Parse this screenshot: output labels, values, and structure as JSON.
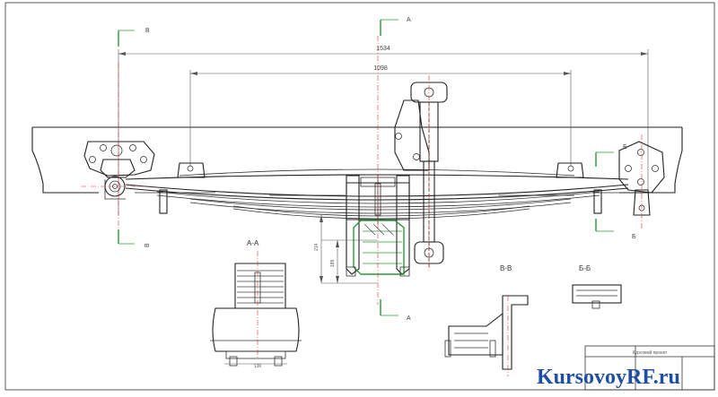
{
  "drawing": {
    "dimensions": {
      "overall_span": "1534",
      "inner_span": "1098",
      "height_total": "214",
      "height_sub": "189",
      "width_bottom": "136"
    },
    "cut_marks": {
      "a_top": "А",
      "a_bottom": "А",
      "v_top": "В",
      "v_bottom": "В",
      "b_top": "Б",
      "b_bottom": "Б"
    },
    "section_titles": {
      "a_a": "А-А",
      "v_v": "В-В",
      "b_b": "Б-Б"
    },
    "title_block": {
      "title": "Курсовой проект",
      "row1": "",
      "row2": ""
    },
    "watermark": "KursovoyRF.ru",
    "colors": {
      "red_axis": "#dd3333",
      "green_marks": "#2a9a3a",
      "watermark_blue": "#1f4fa3"
    }
  }
}
